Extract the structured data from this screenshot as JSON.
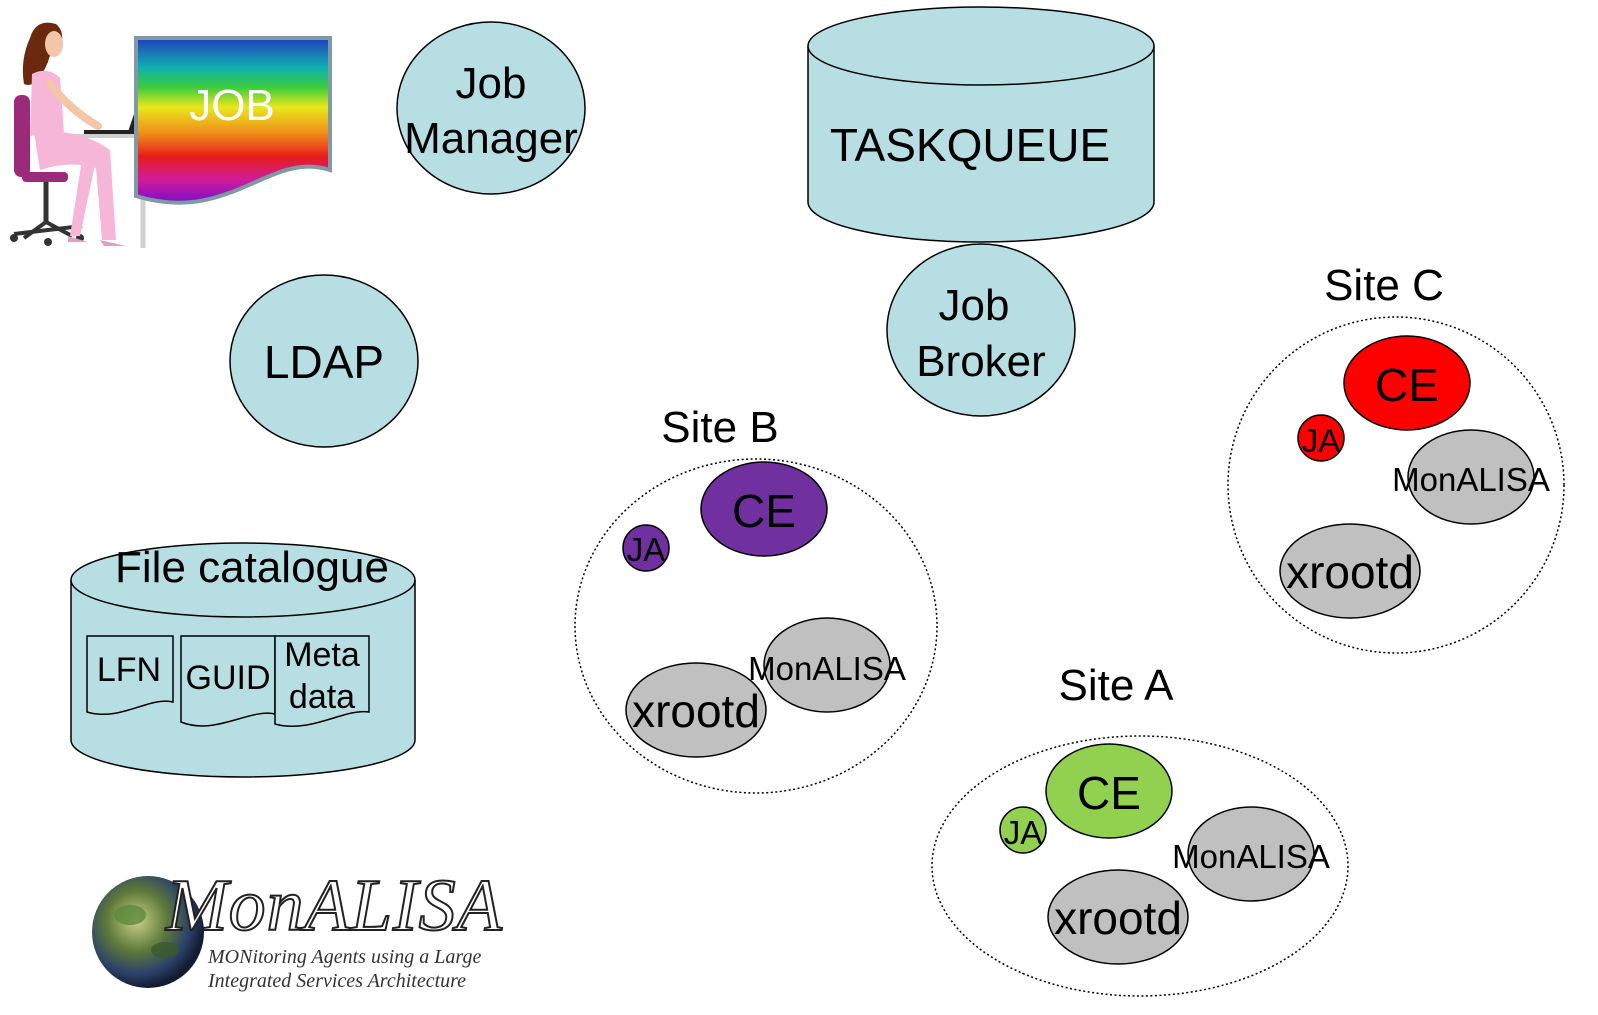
{
  "user_job": {
    "label": "JOB"
  },
  "job_manager": {
    "line1": "Job",
    "line2": "Manager"
  },
  "taskqueue": {
    "label": "TASKQUEUE"
  },
  "job_broker": {
    "line1": "Job",
    "line2": "Broker"
  },
  "ldap": {
    "label": "LDAP"
  },
  "file_catalogue": {
    "title": "File catalogue",
    "lfn": "LFN",
    "guid": "GUID",
    "meta_line1": "Meta",
    "meta_line2": "data"
  },
  "site_b": {
    "title": "Site B",
    "ce": "CE",
    "ja": "JA",
    "monalisa": "MonALISA",
    "xrootd": "xrootd",
    "color": "#7030a0"
  },
  "site_a": {
    "title": "Site A",
    "ce": "CE",
    "ja": "JA",
    "monalisa": "MonALISA",
    "xrootd": "xrootd",
    "color": "#92d050"
  },
  "site_c": {
    "title": "Site C",
    "ce": "CE",
    "ja": "JA",
    "monalisa": "MonALISA",
    "xrootd": "xrootd",
    "color": "#ff0000"
  },
  "logo": {
    "name": "MonALISA",
    "tagline1": "MONitoring Agents using a Large",
    "tagline2": "Integrated Services Architecture"
  },
  "colors": {
    "node_fill": "#b7dfe3",
    "gray_fill": "#c0c0c0"
  }
}
